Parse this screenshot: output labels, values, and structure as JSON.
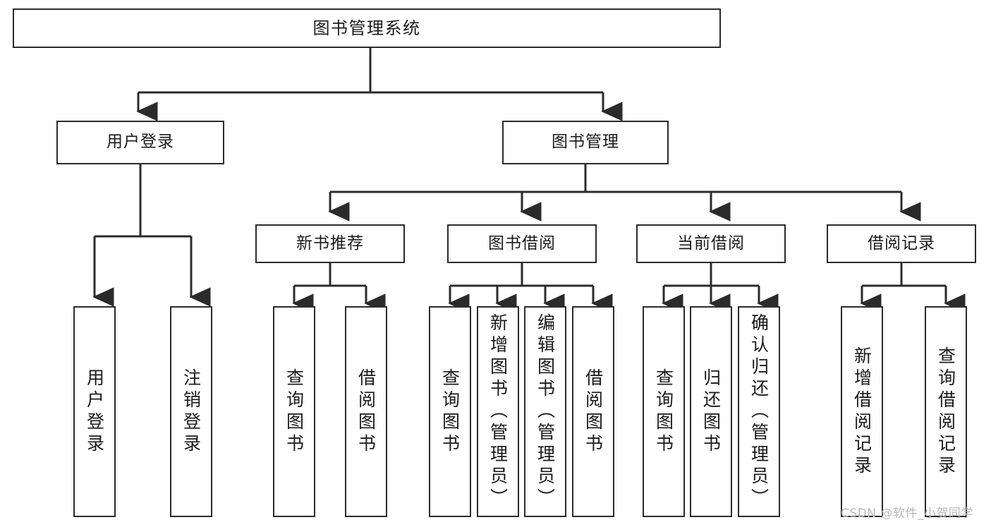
{
  "diagram": {
    "title": "图书管理系统",
    "type": "hierarchy-tree",
    "root": {
      "id": "root",
      "label": "图书管理系统",
      "orientation": "horizontal"
    },
    "level2": [
      {
        "id": "user-login",
        "label": "用户登录",
        "orientation": "horizontal"
      },
      {
        "id": "book-manage",
        "label": "图书管理",
        "orientation": "horizontal"
      }
    ],
    "level3": [
      {
        "id": "new-book-recommend",
        "label": "新书推荐",
        "orientation": "horizontal",
        "parent": "book-manage"
      },
      {
        "id": "book-borrow",
        "label": "图书借阅",
        "orientation": "horizontal",
        "parent": "book-manage"
      },
      {
        "id": "current-borrow",
        "label": "当前借阅",
        "orientation": "horizontal",
        "parent": "book-manage"
      },
      {
        "id": "borrow-record",
        "label": "借阅记录",
        "orientation": "horizontal",
        "parent": "book-manage"
      }
    ],
    "leaves": {
      "user_login": [
        {
          "id": "leaf-user-login",
          "label": "用户登录"
        },
        {
          "id": "leaf-logout",
          "label": "注销登录"
        }
      ],
      "new_book_recommend": [
        {
          "id": "leaf-query-book-1",
          "label": "查询图书"
        },
        {
          "id": "leaf-borrow-book-1",
          "label": "借阅图书"
        }
      ],
      "book_borrow": [
        {
          "id": "leaf-query-book-2",
          "label": "查询图书"
        },
        {
          "id": "leaf-add-book",
          "label": "新增图书（管理员）"
        },
        {
          "id": "leaf-edit-book",
          "label": "编辑图书（管理员）"
        },
        {
          "id": "leaf-borrow-book-2",
          "label": "借阅图书"
        }
      ],
      "current_borrow": [
        {
          "id": "leaf-query-book-3",
          "label": "查询图书"
        },
        {
          "id": "leaf-return-book",
          "label": "归还图书"
        },
        {
          "id": "leaf-confirm-return",
          "label": "确认归还（管理员）"
        }
      ],
      "borrow_record": [
        {
          "id": "leaf-add-record",
          "label": "新增借阅记录"
        },
        {
          "id": "leaf-query-record",
          "label": "查询借阅记录"
        }
      ]
    },
    "colors": {
      "box_border": "#2b2b2b",
      "box_fill": "#ffffff",
      "connector": "#2b2b2b",
      "text": "#1a1a1a",
      "watermark": "#b9b9b9",
      "background": "#ffffff"
    }
  },
  "watermark": {
    "text": "CSDN @软件_小贺同学"
  }
}
